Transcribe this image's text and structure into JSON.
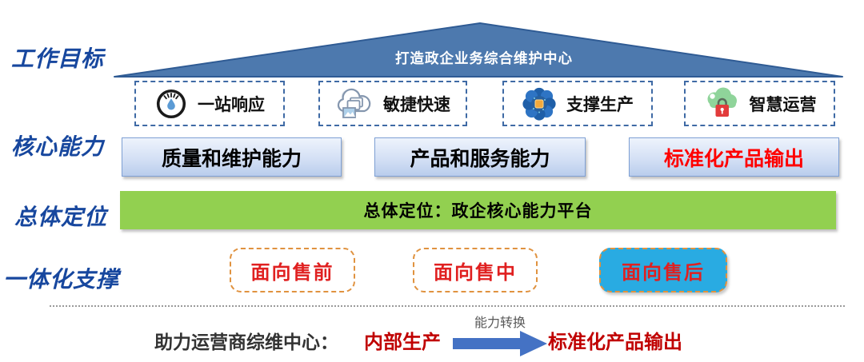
{
  "side_labels": {
    "row1": "工作目标",
    "row2": "核心能力",
    "row3": "总体定位",
    "row4": "一体化支撑"
  },
  "roof": {
    "title": "打造政企业务综合维护中心"
  },
  "capability_badges": [
    {
      "label": "一站响应",
      "icon": "gauge-icon"
    },
    {
      "label": "敏捷快速",
      "icon": "cloud-photos-icon"
    },
    {
      "label": "支撑生产",
      "icon": "chip-flower-icon"
    },
    {
      "label": "智慧运营",
      "icon": "secure-cloud-icon"
    }
  ],
  "core_capabilities": [
    {
      "label": "质量和维护能力",
      "text_color": "#000000"
    },
    {
      "label": "产品和服务能力",
      "text_color": "#000000"
    },
    {
      "label": "标准化产品输出",
      "text_color": "#ff0000"
    }
  ],
  "positioning_bar": {
    "text": "总体定位：政企核心能力平台"
  },
  "support_phases": [
    {
      "label": "面向售前",
      "style": "dashed-outline"
    },
    {
      "label": "面向售中",
      "style": "dashed-outline"
    },
    {
      "label": "面向售后",
      "style": "cyan-filled"
    }
  ],
  "footer": {
    "prefix": "助力运营商综维中心：",
    "from": "内部生产",
    "arrow_label": "能力转换",
    "to": "标准化产品输出"
  },
  "colors": {
    "roof_blue": "#4d79ae",
    "roof_border": "#2f5b94",
    "label_blue": "#17479e",
    "badge_dash_border": "#3f6aa5",
    "core_box_border": "#7ea0d4",
    "green_bar": "#92d050",
    "cyan_box": "#29abe2",
    "orange_dash": "#e0923f",
    "red_text": "#ff0000",
    "dark_red_text": "#c00000",
    "arrow_blue": "#4472c4"
  }
}
